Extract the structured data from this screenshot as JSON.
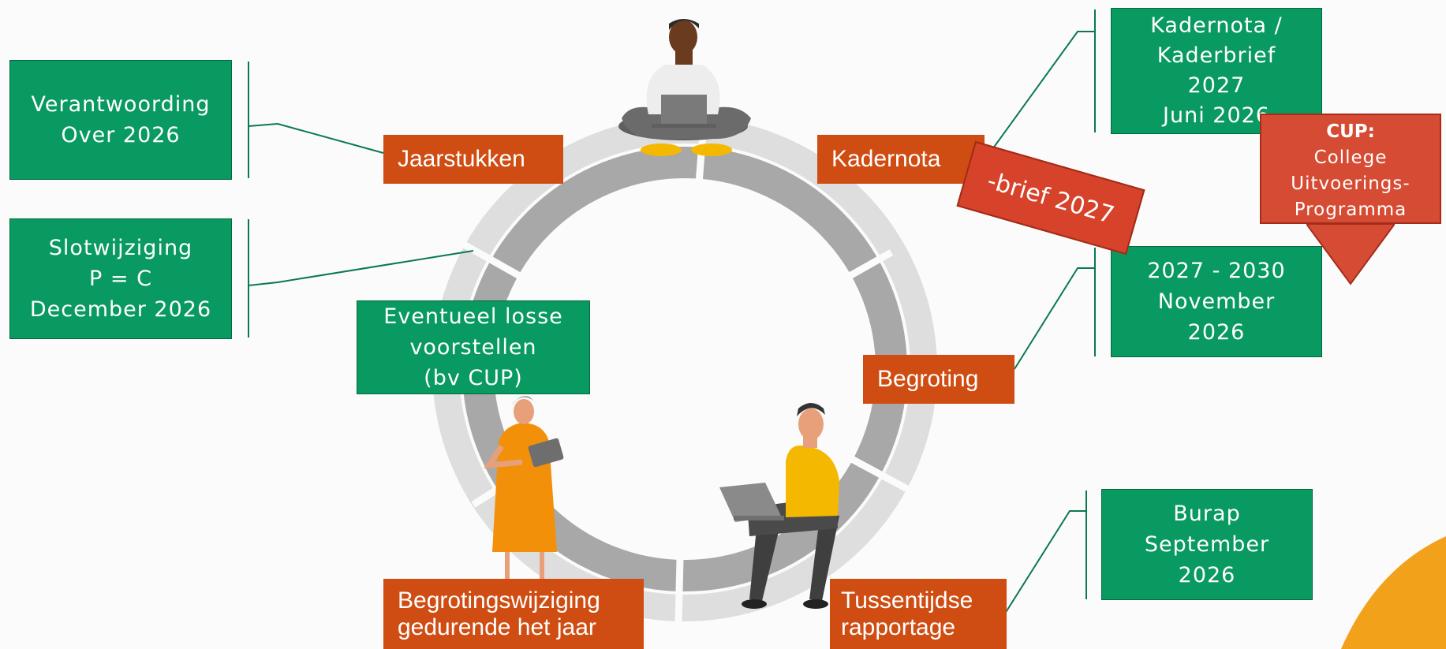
{
  "colors": {
    "green": "#089a60",
    "orange": "#cf4d12",
    "red": "#d64b33",
    "ring": "#a8a8a8",
    "ring_outer": "#dedede",
    "accent_corner": "#f2a11a"
  },
  "stages": {
    "jaarstukken": "Jaarstukken",
    "kadernota": "Kadernota",
    "begroting": "Begroting",
    "tussentijdse": "Tussentijdse\nrapportage",
    "begrotingswijziging": "Begrotingswijziging\ngedurende het jaar"
  },
  "notes": {
    "verantwoording": "Verantwoording\nOver 2026",
    "slotwijziging": "Slotwijziging\nP = C\nDecember 2026",
    "eventueel": "Eventueel losse\nvoorstellen\n(bv CUP)",
    "kadernota_brief": "Kadernota /\nKaderbrief\n2027\nJuni 2026",
    "begroting_period": "2027 - 2030\nNovember\n2026",
    "burap": "Burap\nSeptember\n2026"
  },
  "overlay_brief": "-brief 2027",
  "cup": {
    "title": "CUP:",
    "body": "College\nUitvoerings-\nProgramma"
  },
  "icons": [
    "person-laptop-sitting-icon",
    "person-tablet-standing-icon",
    "person-laptop-seated-icon"
  ]
}
